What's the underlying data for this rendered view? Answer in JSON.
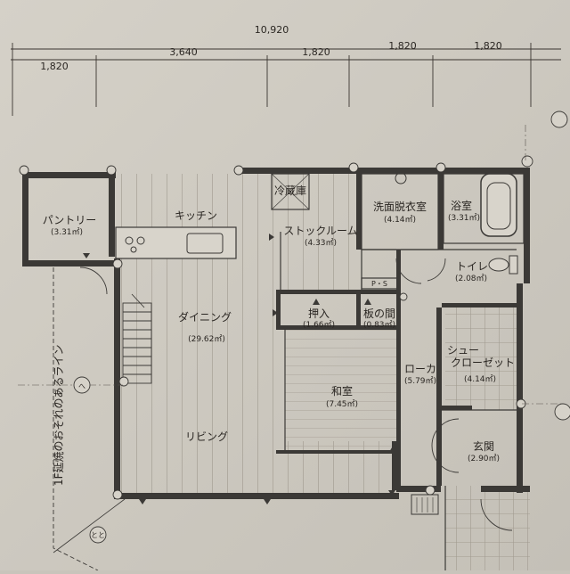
{
  "dimensions": {
    "total": "10,920",
    "segments": [
      "1,820",
      "3,640",
      "1,820",
      "1,820",
      "1,820"
    ]
  },
  "rooms": {
    "pantry": {
      "name": "パントリー",
      "area": "(3.31㎡)"
    },
    "kitchen": {
      "name": "キッチン"
    },
    "fridge": {
      "name": "冷蔵庫"
    },
    "stock": {
      "name": "ストックルーム",
      "area": "(4.33㎡)"
    },
    "washroom": {
      "name": "洗面脱衣室",
      "area": "(4.14㎡)"
    },
    "bath": {
      "name": "浴室",
      "area": "(3.31㎡)"
    },
    "toilet": {
      "name": "トイレ",
      "area": "(2.08㎡)"
    },
    "ps": {
      "name": "P・S"
    },
    "closet": {
      "name": "押入",
      "area": "(1.66㎡)"
    },
    "board": {
      "name": "板の間",
      "area": "(0.83㎡)"
    },
    "dining": {
      "name": "ダイニング",
      "area": "(29.62㎡)"
    },
    "corridor": {
      "name": "ローカ",
      "area": "(5.79㎡)"
    },
    "shoe": {
      "name": "シュー\nクローゼット",
      "name_line1": "シュー",
      "name_line2": "クローゼット",
      "area": "(4.14㎡)"
    },
    "washitsu": {
      "name": "和室",
      "area": "(7.45㎡)"
    },
    "living": {
      "name": "リビング"
    },
    "entrance": {
      "name": "玄関",
      "area": "(2.90㎡)"
    }
  },
  "fire_line": {
    "label": "1F延焼のおそれのあるライン"
  },
  "grid_marks": {
    "left": "へ",
    "bottom_left": "とと"
  }
}
